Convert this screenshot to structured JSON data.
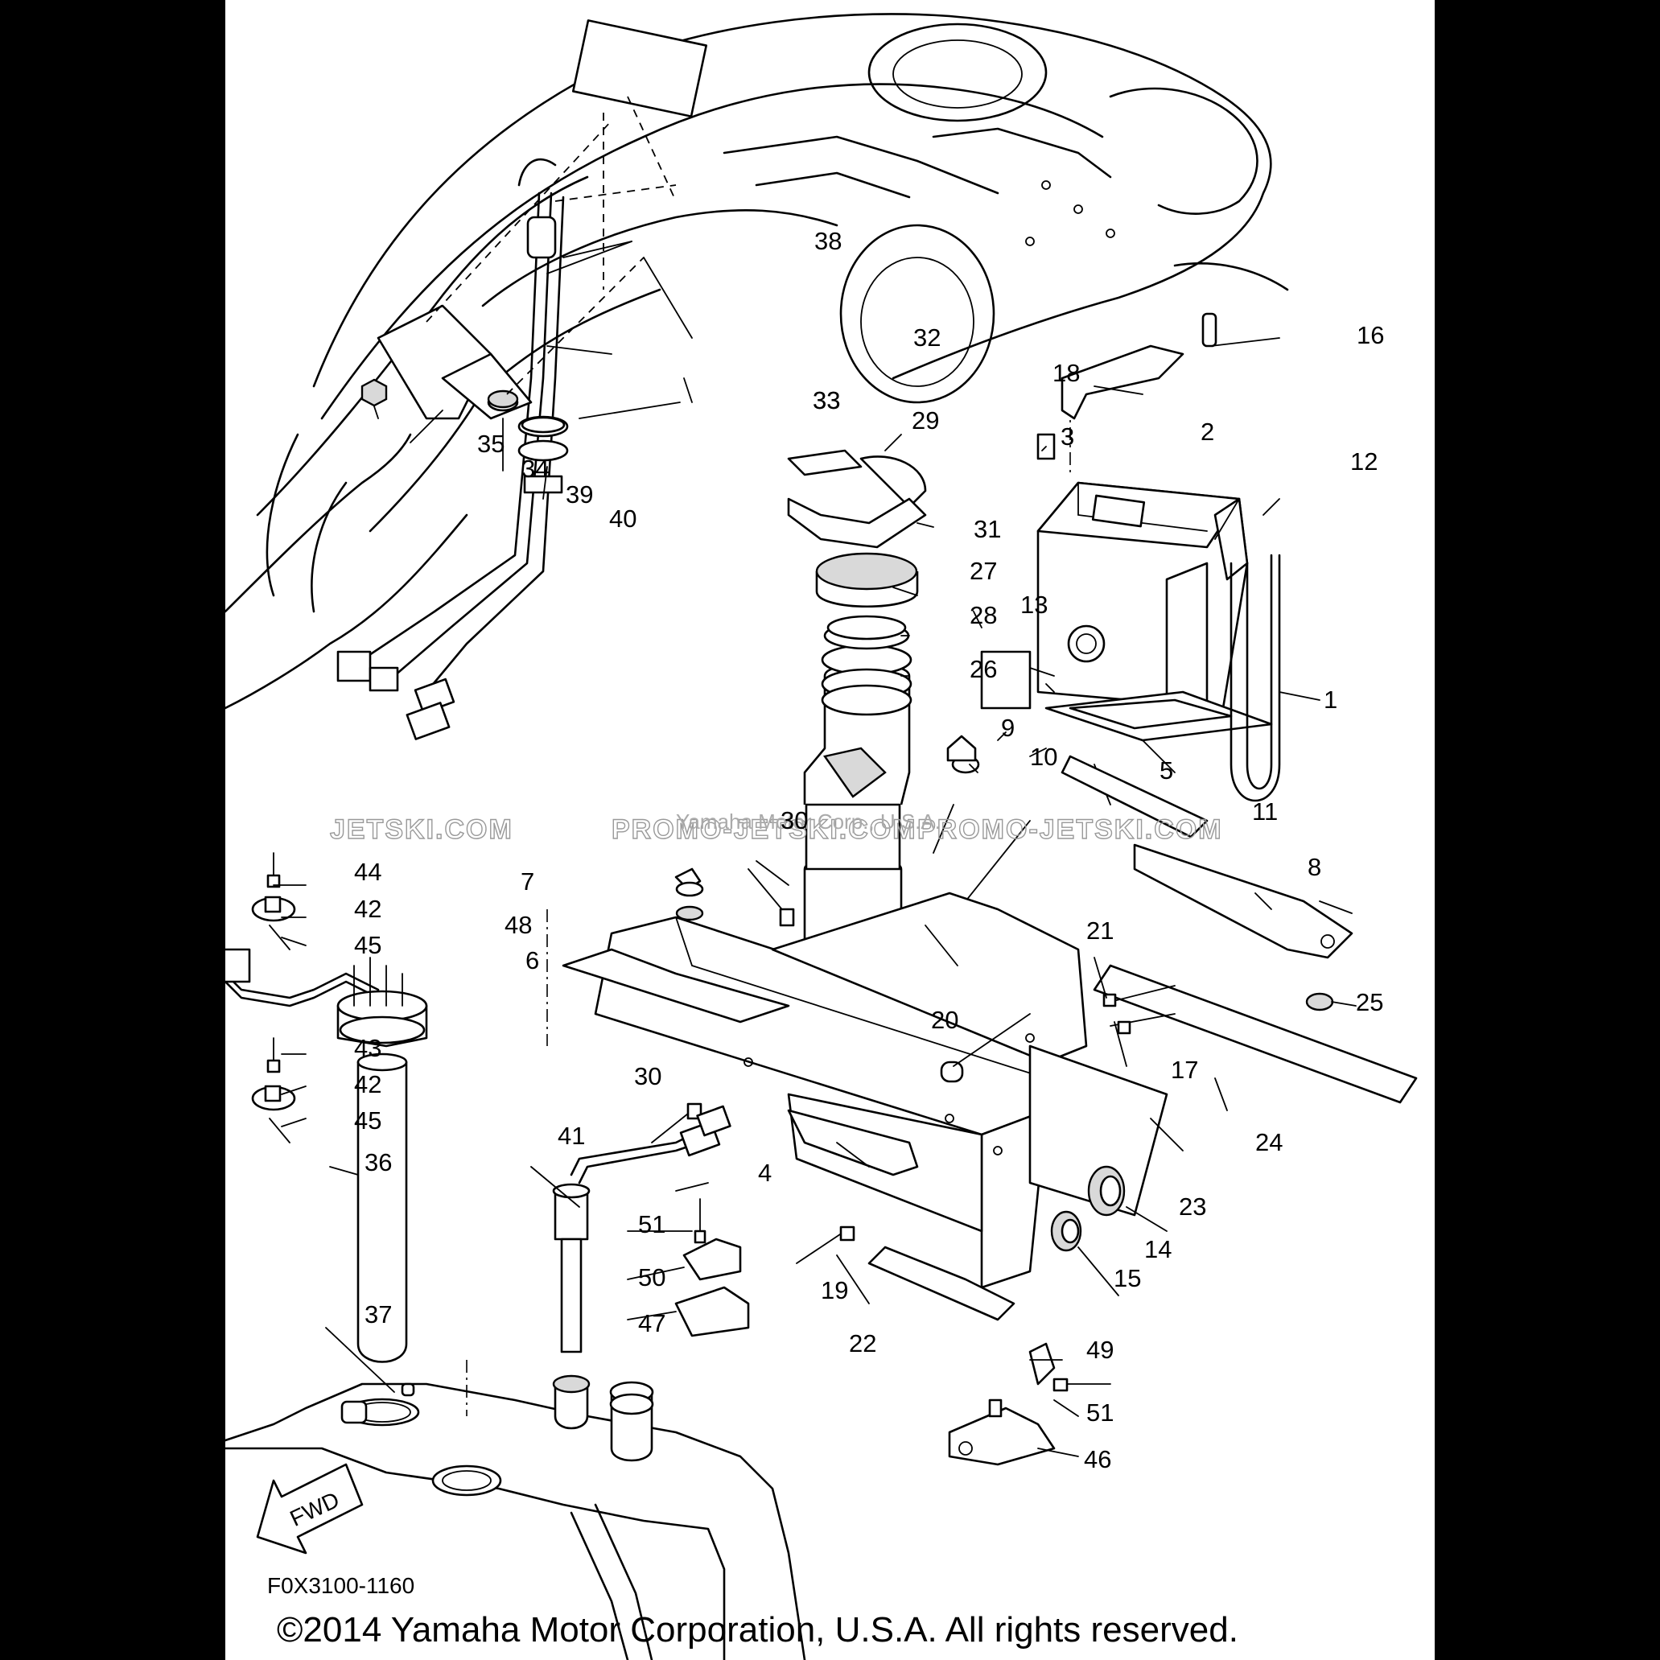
{
  "diagram": {
    "code": "F0X3100-1160",
    "copyright": "©2014 Yamaha Motor Corporation, U.S.A. All rights reserved.",
    "watermarks": [
      "JETSKI.COM",
      "PROMO-JETSKI.COM",
      "PROMO-JETSKI.COM"
    ],
    "watermark_small": "Yamaha Motor Corp., U.S.A.",
    "fwd_label": "FWD",
    "callouts": [
      "1",
      "2",
      "3",
      "4",
      "5",
      "6",
      "7",
      "8",
      "9",
      "10",
      "11",
      "12",
      "13",
      "14",
      "15",
      "16",
      "17",
      "18",
      "19",
      "20",
      "21",
      "22",
      "23",
      "24",
      "25",
      "26",
      "27",
      "28",
      "29",
      "30",
      "30",
      "31",
      "32",
      "33",
      "33",
      "34",
      "35",
      "36",
      "37",
      "38",
      "39",
      "40",
      "41",
      "42",
      "42",
      "43",
      "44",
      "45",
      "45",
      "46",
      "47",
      "48",
      "49",
      "50",
      "51",
      "51"
    ]
  }
}
